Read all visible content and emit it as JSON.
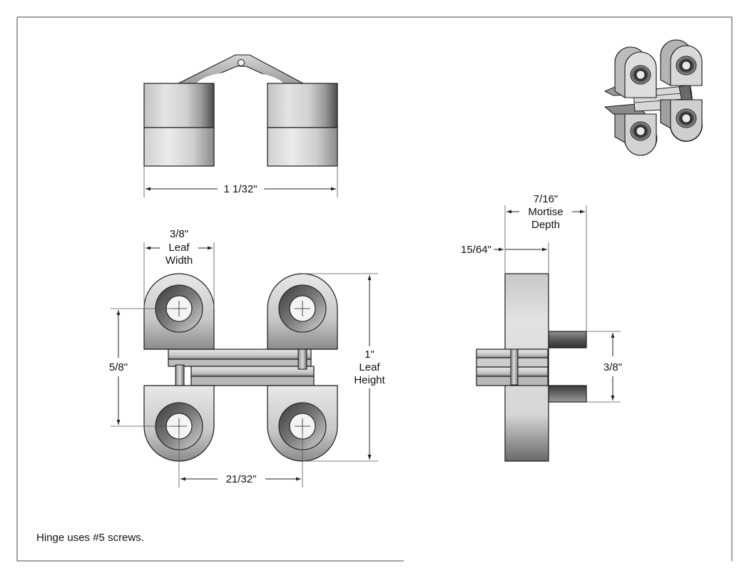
{
  "dimensions": {
    "overall_width": "1 1/32\"",
    "leaf_width_value": "3/8\"",
    "leaf_width_line1": "Leaf",
    "leaf_width_line2": "Width",
    "hole_spacing_vertical": "5/8\"",
    "hole_spacing_horizontal": "21/32\"",
    "leaf_height_value": "1\"",
    "leaf_height_line1": "Leaf",
    "leaf_height_line2": "Height",
    "mortise_depth_value": "7/16\"",
    "mortise_depth_line1": "Mortise",
    "mortise_depth_line2": "Depth",
    "offset": "15/64\"",
    "side_body_height": "3/8\""
  },
  "note": "Hinge uses #5 screws.",
  "colors": {
    "metal_light": "#e6e6e6",
    "metal_mid": "#b4b4b4",
    "metal_dark": "#5c5c5c",
    "line": "#1a1a1a"
  }
}
